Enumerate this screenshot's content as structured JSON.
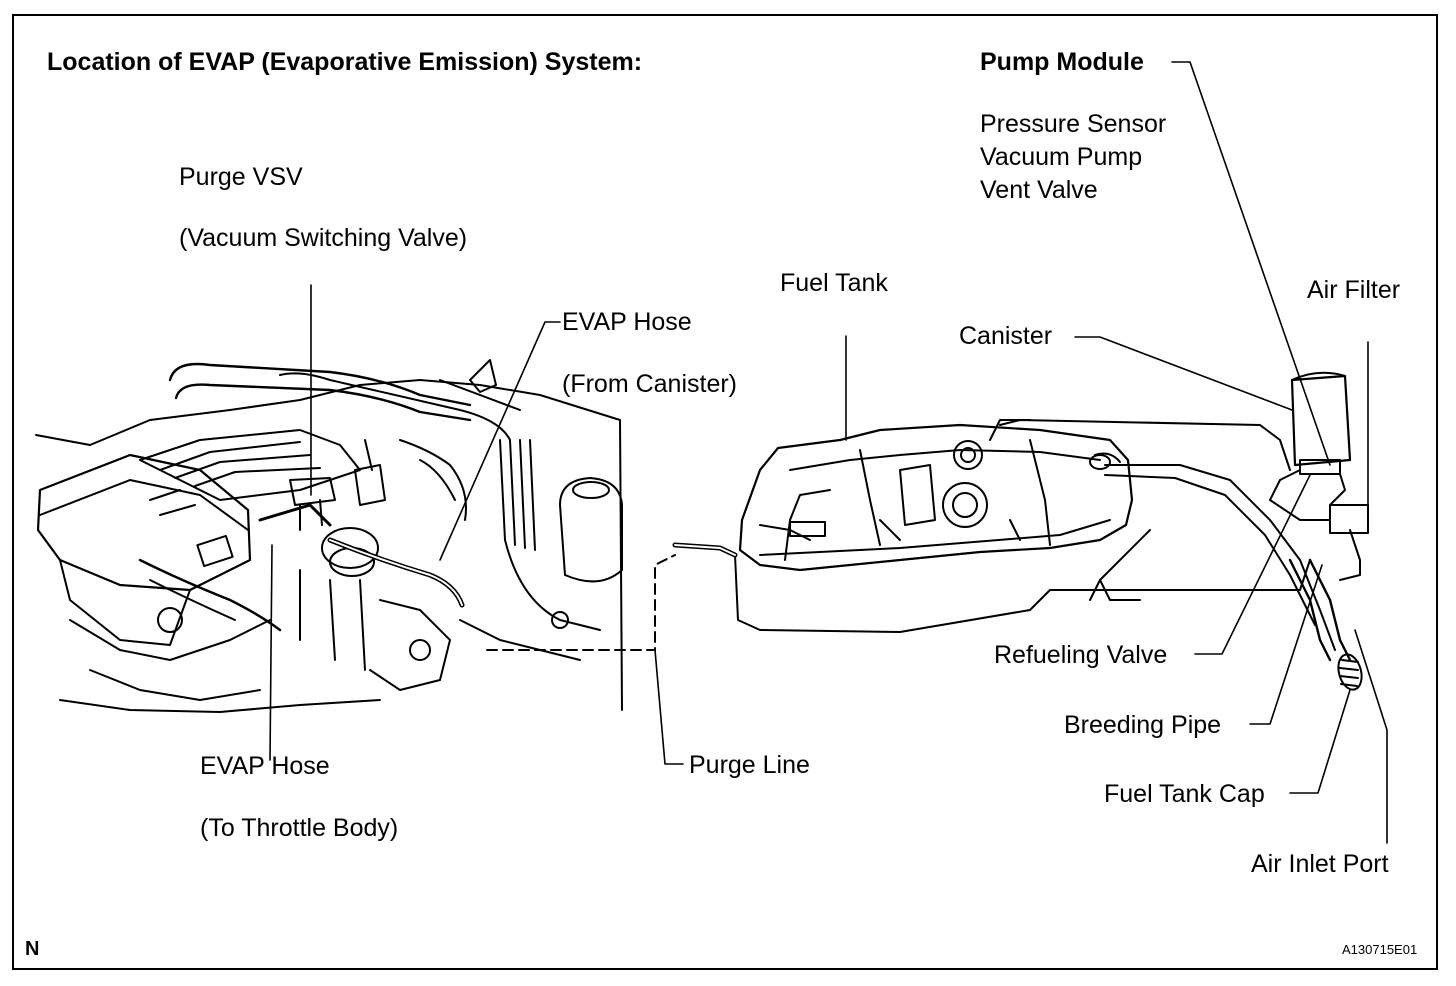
{
  "title": "Location of EVAP (Evaporative Emission) System:",
  "labels": {
    "purge_vsv": "Purge VSV",
    "purge_vsv_sub": "(Vacuum Switching Valve)",
    "evap_hose_canister": "EVAP Hose",
    "evap_hose_canister_sub": "(From Canister)",
    "evap_hose_throttle": "EVAP Hose",
    "evap_hose_throttle_sub": "(To Throttle Body)",
    "purge_line": "Purge Line",
    "fuel_tank": "Fuel Tank",
    "canister": "Canister",
    "pump_module": "Pump Module",
    "pump_components": [
      "Pressure Sensor",
      "Vacuum Pump",
      "Vent Valve"
    ],
    "air_filter": "Air Filter",
    "refueling_valve": "Refueling Valve",
    "breeding_pipe": "Breeding Pipe",
    "fuel_tank_cap": "Fuel Tank Cap",
    "air_inlet_port": "Air Inlet Port"
  },
  "footer": {
    "corner_mark": "N",
    "figure_code": "A130715E01"
  },
  "colors": {
    "line": "#000000",
    "background": "#ffffff"
  }
}
